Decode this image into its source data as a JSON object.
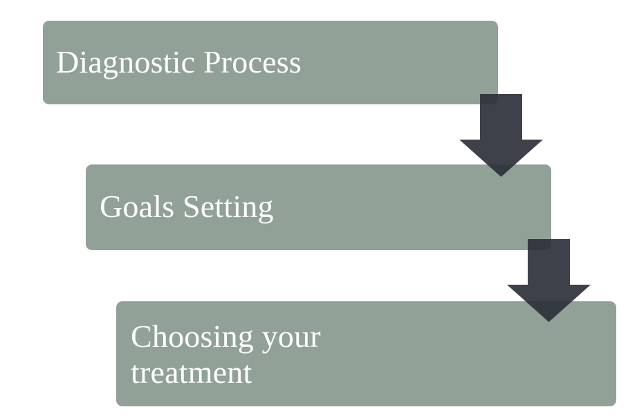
{
  "diagram": {
    "steps": [
      {
        "label": "Diagnostic Process"
      },
      {
        "label": "Goals Setting"
      },
      {
        "label": "Choosing your\ntreatment"
      }
    ],
    "colors": {
      "step_fill": "#92a198",
      "step_text": "#ffffff",
      "arrow_fill": "#2e3139",
      "background": "#ffffff"
    },
    "connector_icon": "down-arrow-icon"
  }
}
